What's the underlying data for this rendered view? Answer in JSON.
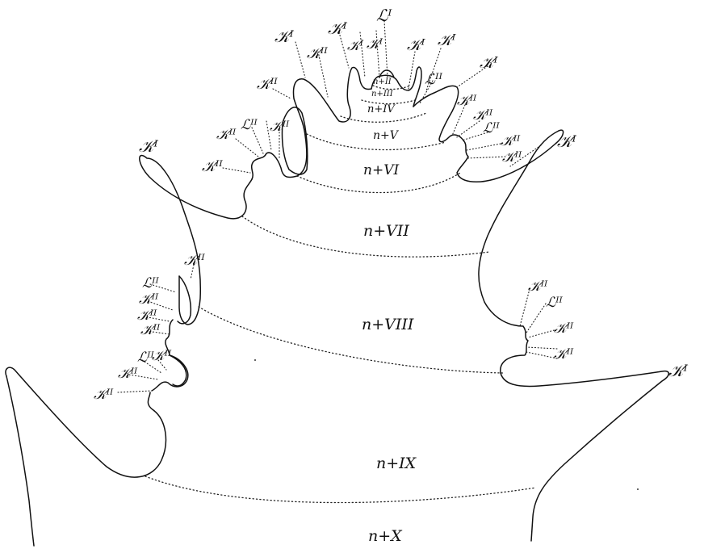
{
  "segments": {
    "n2": "n+II",
    "n3": "n+III",
    "n4": "n+IV",
    "n5": "n+V",
    "n6": "n+VI",
    "n7": "n+VII",
    "n8": "n+VIII",
    "n9": "n+IX",
    "n10": "n+X"
  },
  "labels": {
    "K1": "𝒦ᴵ",
    "K2": "𝒦ᴵᴵ",
    "L1": "ℒᴵ",
    "L2": "ℒᴵᴵ",
    "K2_alt": "𝒦ᴵᴵ",
    "K1_small": "𝒦ᴵ"
  },
  "colors": {
    "ink": "#111111",
    "paper": "#ffffff"
  }
}
